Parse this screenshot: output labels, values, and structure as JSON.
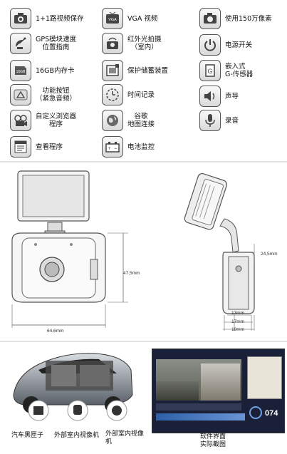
{
  "features": {
    "col1": [
      {
        "icon": "photo-camera-icon",
        "label": "1+1路视频保存"
      },
      {
        "icon": "satellite-dish-icon",
        "label": "GPS模块速度\n位置指南"
      },
      {
        "icon": "memory-card-icon",
        "label": "16GB内存卡",
        "icon_text": "16GB"
      },
      {
        "icon": "warning-button-icon",
        "label": "功能按钮\n（紧急音频）"
      },
      {
        "icon": "film-camera-icon",
        "label": "自定义浏览器\n程序"
      },
      {
        "icon": "document-icon",
        "label": "查看程序"
      }
    ],
    "col2": [
      {
        "icon": "vga-tv-icon",
        "label": "VGA 视频",
        "icon_text": "VGA"
      },
      {
        "icon": "infrared-camera-icon",
        "label": "红外光拍摄\n（室内）"
      },
      {
        "icon": "storage-protect-icon",
        "label": "保护储蓄装置"
      },
      {
        "icon": "clock-icon",
        "label": "时间记录"
      },
      {
        "icon": "globe-icon",
        "label": "谷歌\n地图连接"
      },
      {
        "icon": "battery-icon",
        "label": "电池监控"
      }
    ],
    "col3": [
      {
        "icon": "camera-icon",
        "label": "使用150万像素"
      },
      {
        "icon": "power-icon",
        "label": "电源开关"
      },
      {
        "icon": "g-sensor-icon",
        "label": "嵌入式\nG-传感器",
        "icon_text": "G"
      },
      {
        "icon": "speaker-icon",
        "label": "声导"
      },
      {
        "icon": "microphone-icon",
        "label": "录音"
      }
    ]
  },
  "dimensions": {
    "height": "47,5mm",
    "width": "64,6mm",
    "depth_top": "24,5mm",
    "depth_1": "13mm",
    "depth_2": "17mm",
    "depth_3": "19mm"
  },
  "captions": {
    "car_blackbox": "汽车黑匣子",
    "ext_int_camera": "外部室内视像机",
    "ext_int_camera_2": "外部室内视像\n机",
    "software": "软件界面\n实际截图"
  },
  "software_screen": {
    "speed": "074"
  }
}
